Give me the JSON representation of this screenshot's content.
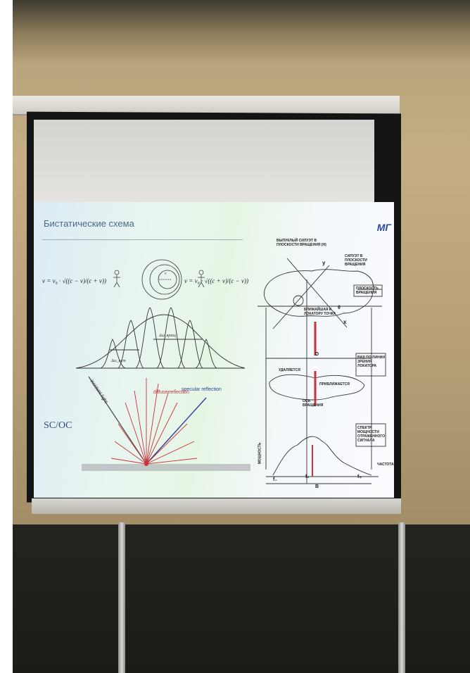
{
  "slide": {
    "title": "Бистатические схема",
    "logo": "МГ",
    "sc_label": "SC/OC",
    "formula_left": "ν = ν₀ · √((c − v)/(c + v))",
    "formula_right": "ν = ν₀ · √((c + v)/(c − v))",
    "motion_label": "v",
    "delta_label_1": "Δω_ост",
    "delta_label_2": "Δω_вращ",
    "reflection": {
      "incident": "incident light",
      "diffuse": "diffuse reflection",
      "specular": "specular reflection"
    },
    "russian_labels": {
      "convex": "ВЫПУКЛЫЙ СИЛУЭТ В ПЛОСКОСТИ ВРАЩЕНИЯ (Н)",
      "silhouette": "СИЛУЭТ В ПЛОСКОСТИ ВРАЩЕНИЯ",
      "plane": "ПЛОСКОСТЬ ВРАЩЕНИЯ",
      "nearest": "БЛИЖАЙШАЯ К ЛОКАТОРУ ТОЧКА",
      "recedes": "УДАЛЯЕТСЯ",
      "approaches": "ПРИБЛИЖАЕТСЯ",
      "axis": "ОСЬ ВРАЩЕНИЯ",
      "view": "ВИД ПО ЛИНИИ ЗРЕНИЯ ЛОКАТОРА",
      "spectrum": "СПЕКТР МОЩНОСТИ ОТРАЖЕННОГО СИГНАЛА",
      "power": "МОЩНОСТЬ",
      "freq": "ЧАСТОТА",
      "y": "y",
      "x": "x",
      "theta": "θ",
      "D": "D",
      "f_minus": "f₋",
      "f0": "f₀",
      "f_plus": "f₊",
      "B": "B"
    }
  },
  "colors": {
    "arrow_red": "#c8343a",
    "specular_blue": "#2d3d9a",
    "text_blue": "#334c80"
  }
}
